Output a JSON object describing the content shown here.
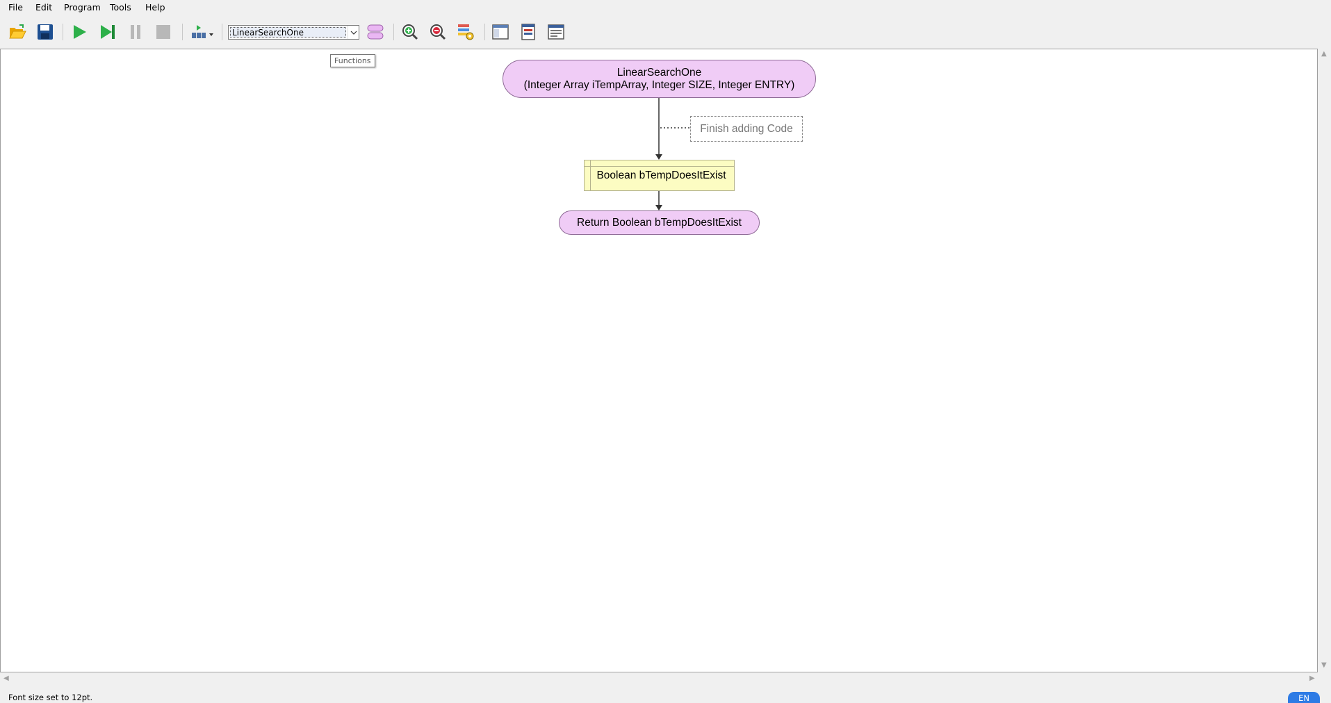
{
  "menu": {
    "file": "File",
    "edit": "Edit",
    "program": "Program",
    "tools": "Tools",
    "help": "Help"
  },
  "toolbar": {
    "function_select": {
      "selected": "LinearSearchOne"
    },
    "icons": [
      "open-folder-icon",
      "save-icon",
      "run-icon",
      "step-icon",
      "pause-icon",
      "stop-icon",
      "add-shape-icon",
      "functions-icon",
      "zoom-in-icon",
      "zoom-out-icon",
      "layout-settings-icon",
      "view-panel-icon",
      "view-list-icon",
      "view-window-icon"
    ]
  },
  "tooltip": {
    "text": "Functions"
  },
  "flowchart": {
    "start": {
      "name": "LinearSearchOne",
      "params": "(Integer Array iTempArray, Integer SIZE, Integer ENTRY)"
    },
    "comment": "Finish adding Code",
    "declare": "Boolean bTempDoesItExist",
    "return": "Return Boolean bTempDoesItExist"
  },
  "status": {
    "message": "Font size set to 12pt.",
    "language": "EN"
  },
  "colors": {
    "terminal_fill": "#f0ccf6",
    "declare_fill": "#fcfcc2",
    "language_badge": "#2d7be5"
  }
}
